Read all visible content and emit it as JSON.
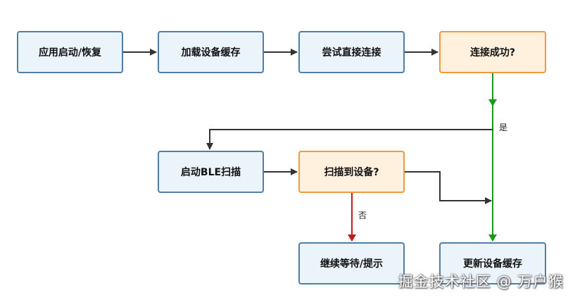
{
  "nodes": {
    "launch": "应用启动/恢复",
    "load_cache": "加载设备缓存",
    "try_connect": "尝试直接连接",
    "connect_ok": "连接成功?",
    "ble_scan": "启动BLE扫描",
    "found": "扫描到设备?",
    "wait": "继续等待/提示",
    "update_cache": "更新设备缓存"
  },
  "labels": {
    "yes": "是",
    "no": "否"
  },
  "colors": {
    "yes_edge": "#1a9a1a",
    "no_edge": "#c41a1a",
    "edge": "#333333"
  },
  "watermark": "掘金技术社区 @ 万户猴"
}
